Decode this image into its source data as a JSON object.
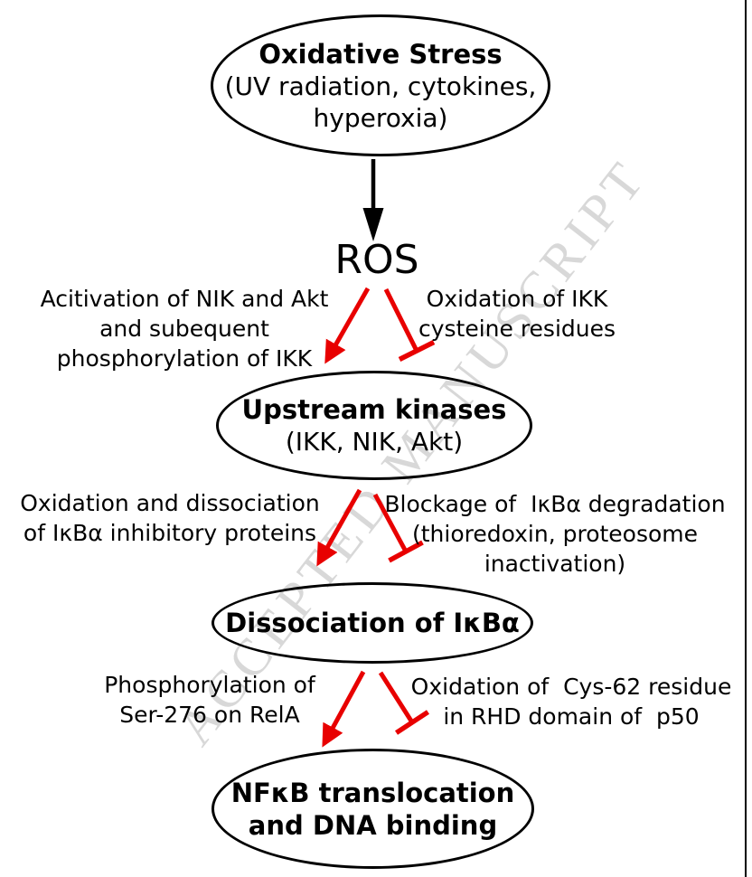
{
  "watermark": {
    "text": "ACCEPTED MANUSCRIPT",
    "color": "#d8d8d8"
  },
  "colors": {
    "background": "#ffffff",
    "text": "#000000",
    "node_border": "#000000",
    "activation_inhibition_red": "#e80000",
    "black_arrow": "#000000",
    "watermark_gray": "#d8d8d8"
  },
  "nodes": {
    "oxidative_stress": {
      "title": "Oxidative Stress",
      "line2": "(UV radiation, cytokines,",
      "line3": "hyperoxia)"
    },
    "ros": {
      "label": "ROS"
    },
    "upstream_kinases": {
      "title": "Upstream kinases",
      "line2": "(IKK, NIK, Akt)"
    },
    "dissociation_ikba": {
      "title": "Dissociation of IκBα"
    },
    "nfkb": {
      "line1": "NFκB translocation",
      "line2": "and DNA binding"
    }
  },
  "edge_labels": {
    "ros_left": {
      "line1": "Acitivation of NIK and Akt",
      "line2": "and subequent",
      "line3": "phosphorylation of IKK"
    },
    "ros_right": {
      "line1": "Oxidation of IKK",
      "line2": "cysteine residues"
    },
    "kinases_left": {
      "line1": "Oxidation and dissociation",
      "line2": "of IκBα inhibitory proteins"
    },
    "kinases_right": {
      "line1": "Blockage of  IκBα degradation",
      "line2": "(thioredoxin, proteosome",
      "line3": "inactivation)"
    },
    "dissociation_left": {
      "line1": "Phosphorylation of",
      "line2": "Ser-276 on RelA"
    },
    "dissociation_right": {
      "line1": "Oxidation of  Cys-62 residue",
      "line2": "in RHD domain of  p50"
    }
  }
}
